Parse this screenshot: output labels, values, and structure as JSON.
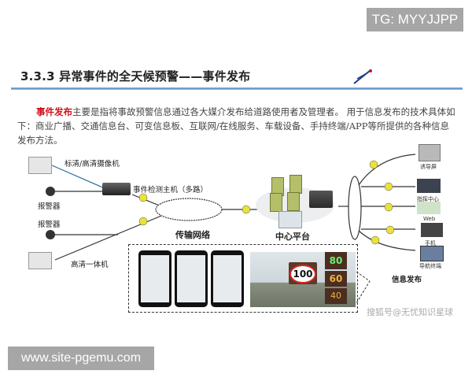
{
  "overlays": {
    "tg_badge": "TG: MYYJJPP",
    "site_badge": "www.site-pgemu.com",
    "watermark": "搜狐号@无忧知识星球"
  },
  "header": {
    "title": "3.3.3 异常事件的全天候预警——事件发布"
  },
  "paragraph": {
    "emphasis": "事件发布",
    "text": "主要是指将事故预警信息通过各大媒介发布给道路使用者及管理者。 用于信息发布的技术具体如下：商业广播、交通信息台、可变信息板、互联网/在线服务、车载设备、手持终端/APP等所提供的各种信息发布方法。"
  },
  "diagram": {
    "camera_top_label": "标清/高清摄像机",
    "alarm_top_label": "报警器",
    "alarm_bottom_label": "报警器",
    "camera_bottom_label": "高清一体机",
    "detector_label": "事件检测主机（多路）",
    "network_label": "传输网络",
    "platform_label": "中心平台",
    "publish_label": "信息发布",
    "outputs": [
      {
        "label": "诱导屏"
      },
      {
        "label": "指挥中心"
      },
      {
        "label": "Web"
      },
      {
        "label": "手机"
      },
      {
        "label": "导航终端"
      }
    ],
    "speed_signs": [
      "100",
      "80",
      "60",
      "40"
    ],
    "colors": {
      "emphasis": "#d0111a",
      "rule": "#5b8fc8",
      "connector": "#e8e23a"
    }
  }
}
